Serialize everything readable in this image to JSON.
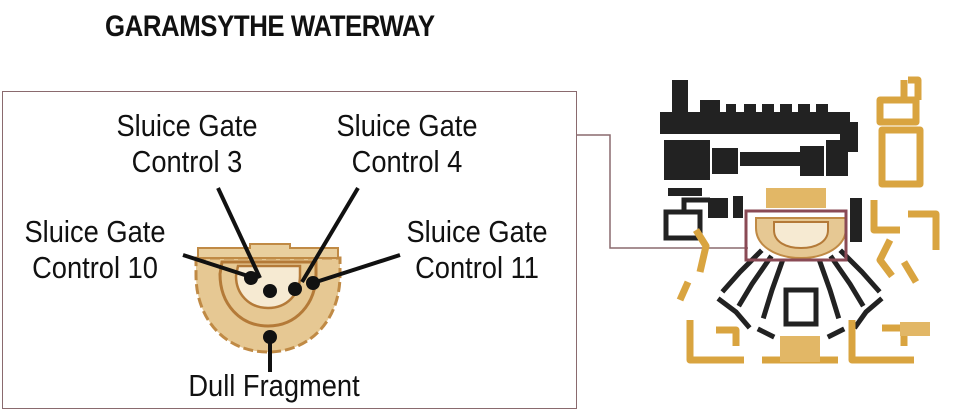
{
  "title": "GARAMSYTHE WATERWAY",
  "colors": {
    "map_tan": "#e6c893",
    "map_edge": "#c08a45",
    "minimap_gold": "#d9a440",
    "minimap_dark": "#222222",
    "frame": "#8a6a6e",
    "marker": "#111111"
  },
  "labels": {
    "gate3": {
      "line1": "Sluice Gate",
      "line2": "Control 3"
    },
    "gate4": {
      "line1": "Sluice Gate",
      "line2": "Control 4"
    },
    "gate10": {
      "line1": "Sluice Gate",
      "line2": "Control 10"
    },
    "gate11": {
      "line1": "Sluice Gate",
      "line2": "Control 11"
    },
    "fragment": {
      "line1": "Dull Fragment"
    }
  }
}
